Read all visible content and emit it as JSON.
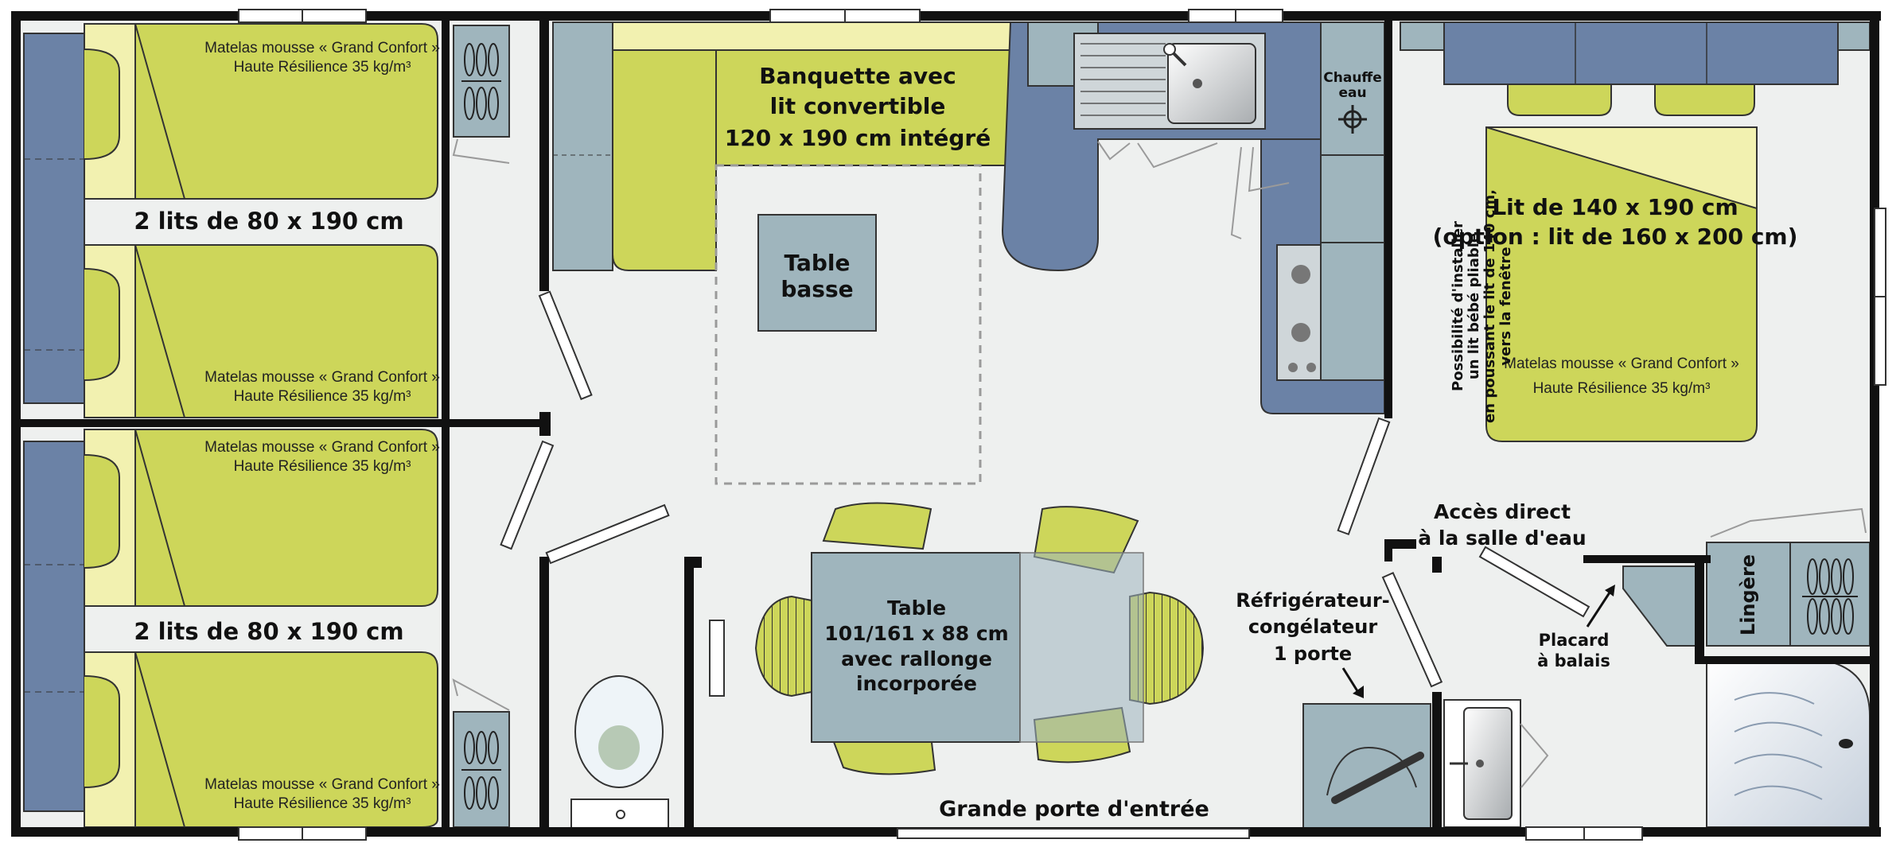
{
  "rooms": {
    "bedroom_top": {
      "label": "2 lits de 80 x 190 cm"
    },
    "bedroom_bottom": {
      "label": "2 lits de 80 x 190 cm"
    },
    "mattress": {
      "line1": "Matelas mousse « Grand Confort »",
      "line2": "Haute Résilience 35 kg/m³"
    },
    "sofa": {
      "line1": "Banquette avec",
      "line2": "lit convertible",
      "line3": "120 x 190 cm intégré"
    },
    "coffee_table": {
      "line1": "Table",
      "line2": "basse"
    },
    "boiler": {
      "line1": "Chauffe",
      "line2": "eau"
    },
    "master_bed": {
      "line1": "Lit de 140 x 190 cm",
      "line2": "(option : lit de 160 x 200 cm)"
    },
    "cot_note": {
      "line1": "Possibilité d'installer",
      "line2": "un lit bébé pliable",
      "line3": "en poussant le lit de 140 cm,",
      "line4": "vers la fenêtre"
    },
    "bathroom_access": {
      "line1": "Accès direct",
      "line2": "à la salle d'eau"
    },
    "linen": {
      "label": "Lingère"
    },
    "broom": {
      "line1": "Placard",
      "line2": "à balais"
    },
    "fridge": {
      "line1": "Réfrigérateur-",
      "line2": "congélateur",
      "line3": "1 porte"
    },
    "dining_table": {
      "line1": "Table",
      "line2": "101/161 x 88 cm",
      "line3": "avec rallonge",
      "line4": "incorporée"
    },
    "entrance": {
      "label": "Grande porte d'entrée"
    }
  },
  "colors": {
    "wall": "#111111",
    "floor": "#eef0ef",
    "bed_green": "#cdd65a",
    "bed_cream": "#f2f1b0",
    "headboard_blue": "#6b82a6",
    "steel_blue": "#9fb5bd",
    "kitchen_blue": "#6b82a6",
    "grey_line": "#9a9a9a"
  }
}
